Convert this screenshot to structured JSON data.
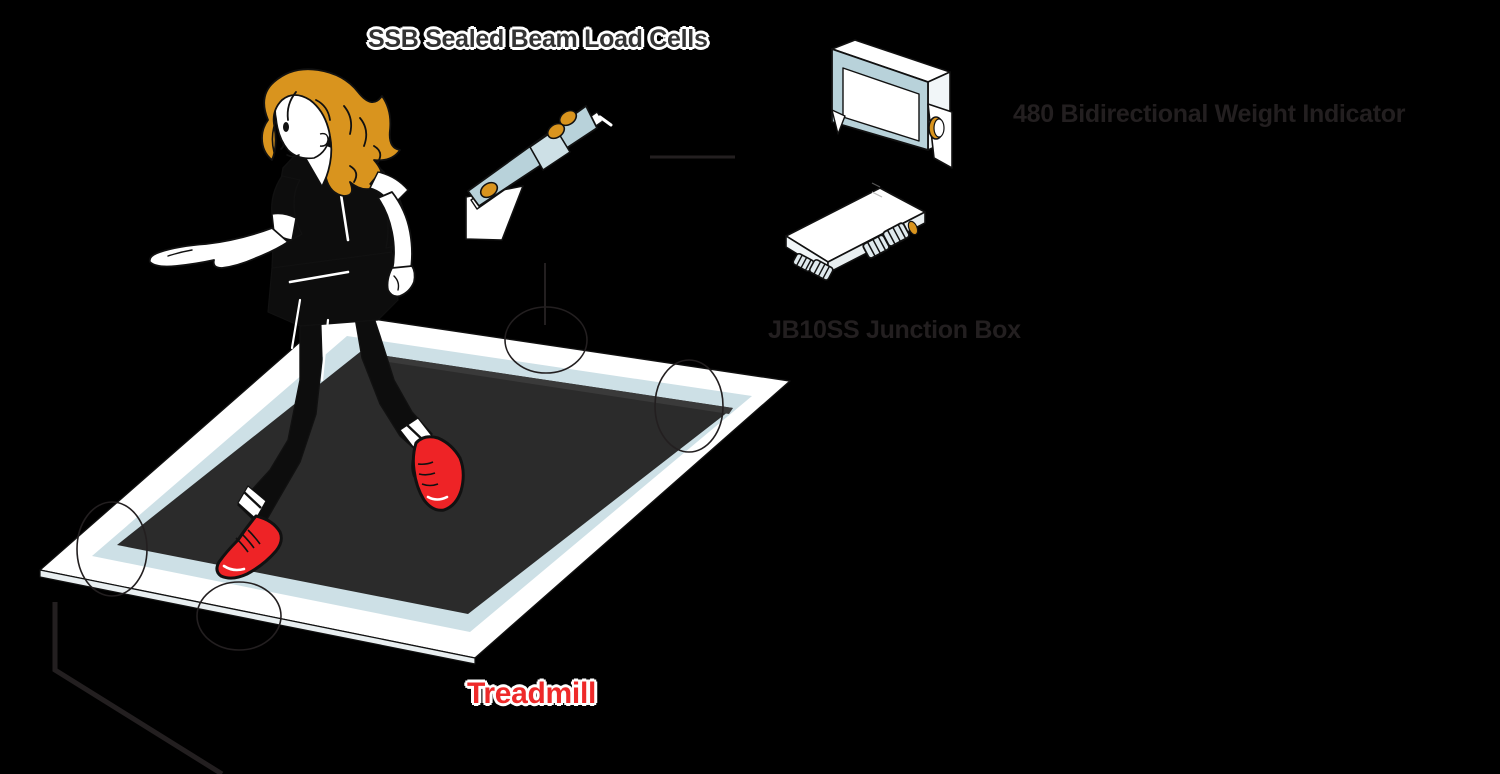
{
  "diagram": {
    "title_visible": false,
    "background_color": "#000000",
    "labels": [
      {
        "id": "ssb_load_cells",
        "text": "SSB Sealed Beam Load Cells",
        "color": "#333333",
        "halo_color": "#ffffff"
      },
      {
        "id": "weight_indicator",
        "text": "480 Bidirectional Weight Indicator",
        "color": "#231f20",
        "halo_color": "none"
      },
      {
        "id": "junction_box",
        "text": "JB10SS Junction Box",
        "color": "#231f20",
        "halo_color": "none"
      },
      {
        "id": "treadmill",
        "text": "Treadmill",
        "color": "#ee2a2a",
        "halo_color": "#ffffff"
      }
    ],
    "components": [
      {
        "id": "load_cell",
        "name": "SSB sealed beam load cell",
        "body_color": "#b8d2da",
        "accent_color": "#d9941e",
        "outline_color": "#111111"
      },
      {
        "id": "indicator",
        "name": "480 bidirectional weight indicator",
        "body_color": "#ffffff",
        "bezel_color": "#b8d2da",
        "knob_color": "#d9941e",
        "outline_color": "#111111"
      },
      {
        "id": "junction_box",
        "name": "JB10SS junction box",
        "body_color": "#ffffff",
        "gland_color": "#dfe9ed",
        "accent_color": "#d9941e",
        "outline_color": "#111111"
      },
      {
        "id": "treadmill",
        "name": "Treadmill platform",
        "deck_color": "#ffffff",
        "border_color": "#cde0e6",
        "belt_color": "#2b2b2b",
        "outline_color": "#111111"
      },
      {
        "id": "person",
        "name": "Person walking on treadmill",
        "hair_color": "#d9941e",
        "skin_color": "#ffffff",
        "clothing_color": "#0d0d0d",
        "shoe_color": "#ee2326",
        "outline_color": "#111111"
      }
    ],
    "leader_lines": [
      {
        "id": "leader-load-cell-horizontal",
        "color": "#231f20"
      },
      {
        "id": "leader-load-cell-vertical",
        "color": "#231f20"
      },
      {
        "id": "leader-treadmill-elbow",
        "color": "#231f20"
      }
    ],
    "load_cell_markers": {
      "count": 4,
      "shape": "ellipse",
      "color": "#231f20"
    }
  }
}
